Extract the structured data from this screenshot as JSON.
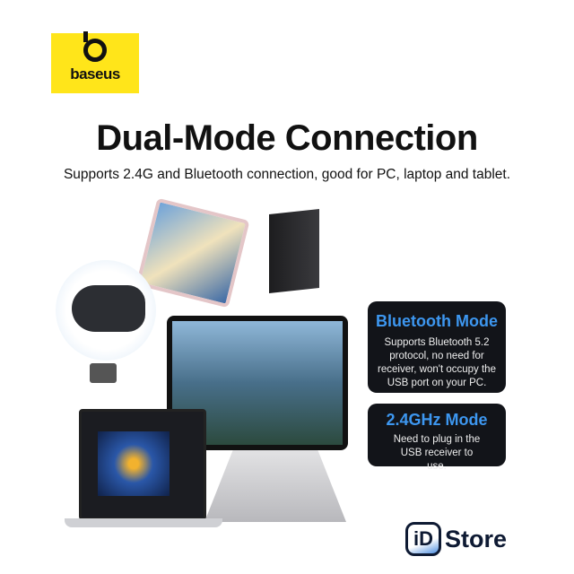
{
  "brand": {
    "logo_text": "baseus"
  },
  "headline": "Dual-Mode Connection",
  "subtitle": "Supports 2.4G and Bluetooth connection, good for PC, laptop and tablet.",
  "modes": [
    {
      "title": "Bluetooth Mode",
      "desc": "Supports Bluetooth 5.2 protocol, no need for receiver, won't occupy the USB port on your PC."
    },
    {
      "title": "2.4GHz Mode",
      "desc": "Need to plug in the USB receiver to use."
    }
  ],
  "store": {
    "badge": "iD",
    "name": "Store"
  },
  "colors": {
    "brand_yellow": "#ffe51a",
    "mode_title": "#3d97f0",
    "card_bg": "#121419"
  }
}
